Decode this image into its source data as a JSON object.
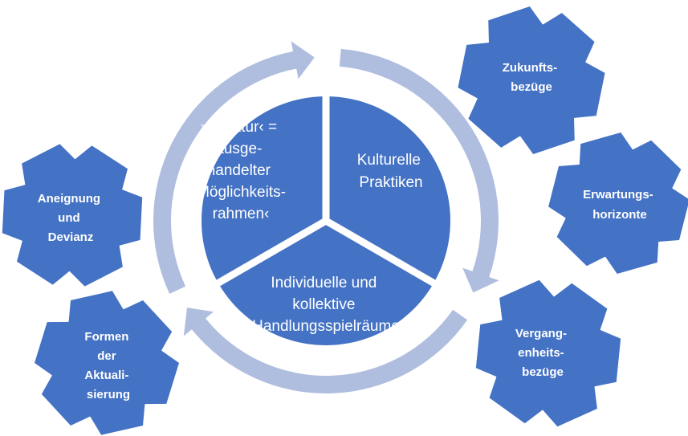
{
  "diagram": {
    "colors": {
      "segment": "#4472C4",
      "ring": "#AFBEDF",
      "gear": "#4472C4",
      "text": "#FFFFFF",
      "separator": "#FFFFFF"
    },
    "cycle": {
      "segments": [
        {
          "id": "struktur",
          "lines": [
            "›Struktur‹ =",
            "ausge-",
            "handelter",
            "›Möglichkeits-",
            "rahmen‹"
          ]
        },
        {
          "id": "kulturelle-praktiken",
          "lines": [
            "Kulturelle",
            "Praktiken"
          ]
        },
        {
          "id": "handlungsspielraeume",
          "lines": [
            "Individuelle und",
            "kollektive",
            "Handlungsspielräume"
          ]
        }
      ]
    },
    "gears": [
      {
        "id": "zukunftsbezuege",
        "lines": [
          "Zukunfts-",
          "bezüge"
        ]
      },
      {
        "id": "erwartungshorizonte",
        "lines": [
          "Erwartungs-",
          "horizonte"
        ]
      },
      {
        "id": "vergangenheitsbezuege",
        "lines": [
          "Vergang-",
          "enheits-",
          "bezüge"
        ]
      },
      {
        "id": "aneignung-devianz",
        "lines": [
          "Aneignung",
          "und",
          "Devianz"
        ]
      },
      {
        "id": "formen-aktualisierung",
        "lines": [
          "Formen",
          "der",
          "Aktuali-",
          "sierung"
        ]
      }
    ]
  }
}
